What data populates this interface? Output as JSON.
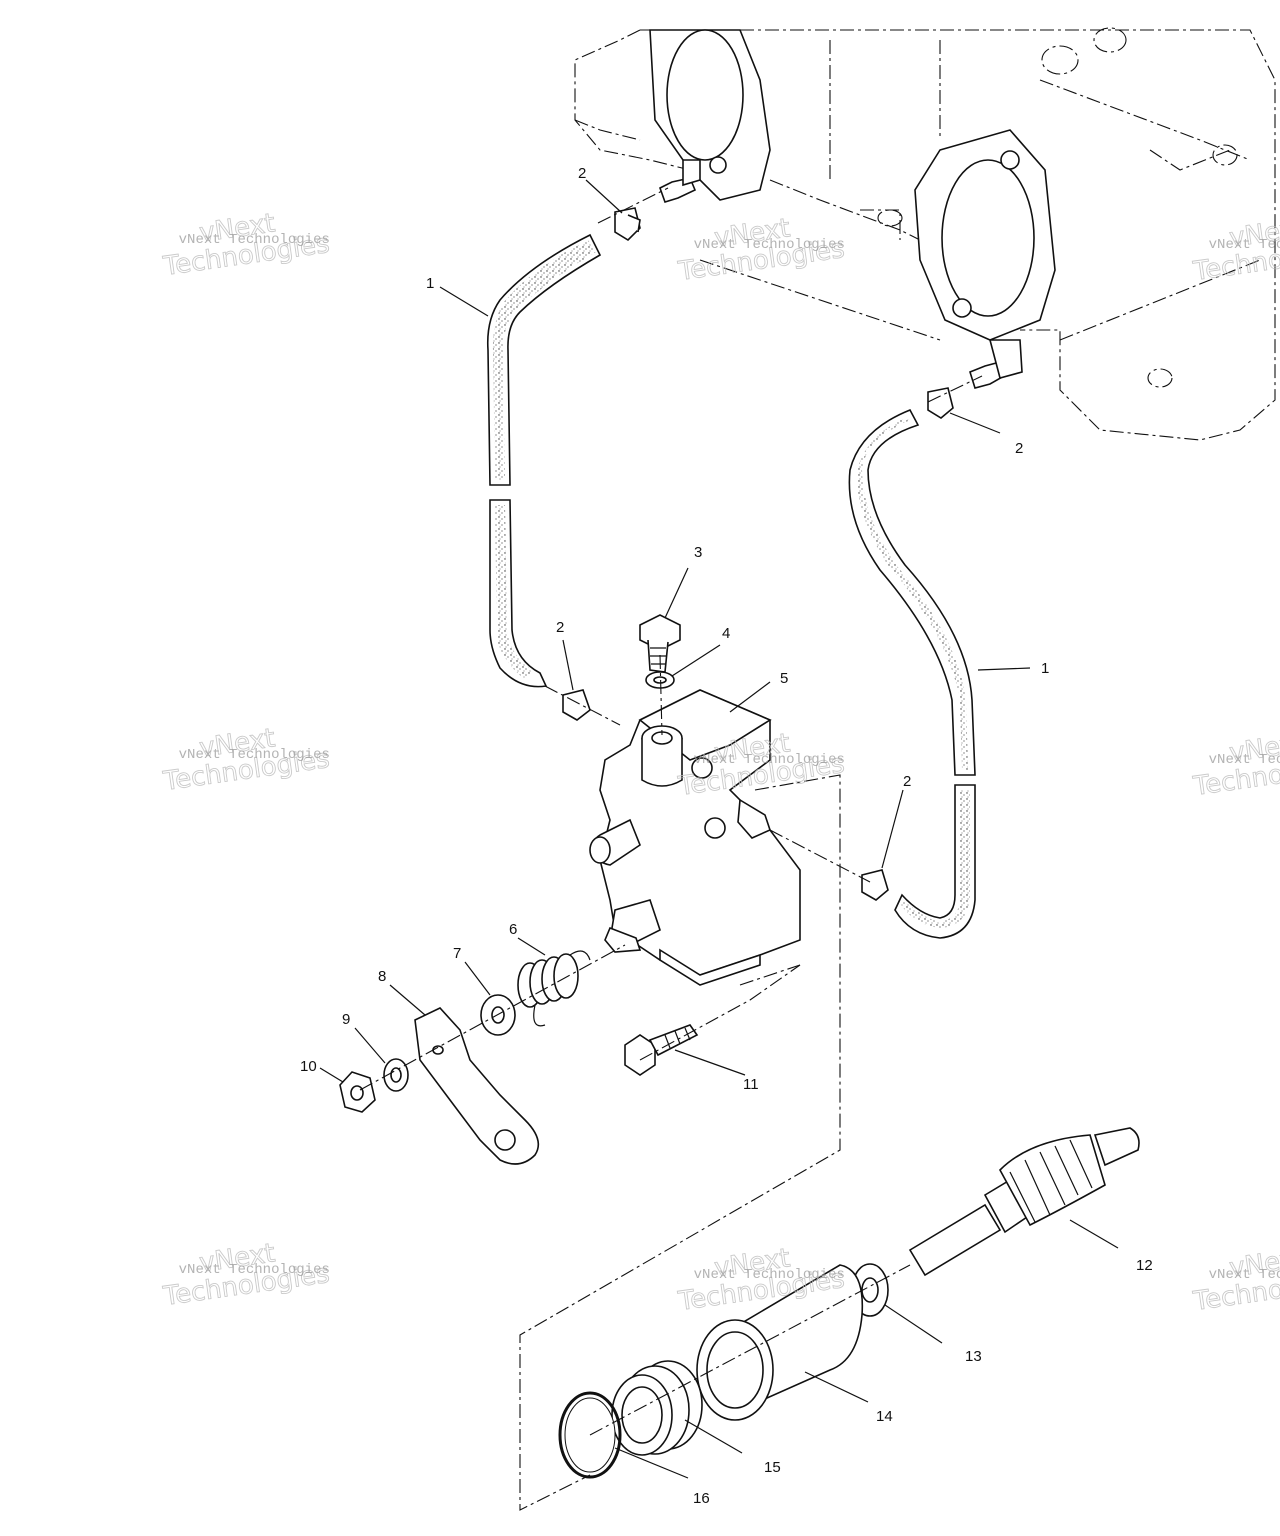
{
  "watermark": {
    "line1": "vNext Technologies",
    "line2": "vNext",
    "line3": "Technologies"
  },
  "callouts": [
    {
      "id": "1a",
      "text": "1"
    },
    {
      "id": "1b",
      "text": "1"
    },
    {
      "id": "2a",
      "text": "2"
    },
    {
      "id": "2b",
      "text": "2"
    },
    {
      "id": "2c",
      "text": "2"
    },
    {
      "id": "2d",
      "text": "2"
    },
    {
      "id": "3",
      "text": "3"
    },
    {
      "id": "4",
      "text": "4"
    },
    {
      "id": "5",
      "text": "5"
    },
    {
      "id": "6",
      "text": "6"
    },
    {
      "id": "7",
      "text": "7"
    },
    {
      "id": "8",
      "text": "8"
    },
    {
      "id": "9",
      "text": "9"
    },
    {
      "id": "10",
      "text": "10"
    },
    {
      "id": "11",
      "text": "11"
    },
    {
      "id": "12",
      "text": "12"
    },
    {
      "id": "13",
      "text": "13"
    },
    {
      "id": "14",
      "text": "14"
    },
    {
      "id": "15",
      "text": "15"
    },
    {
      "id": "16",
      "text": "16"
    }
  ]
}
